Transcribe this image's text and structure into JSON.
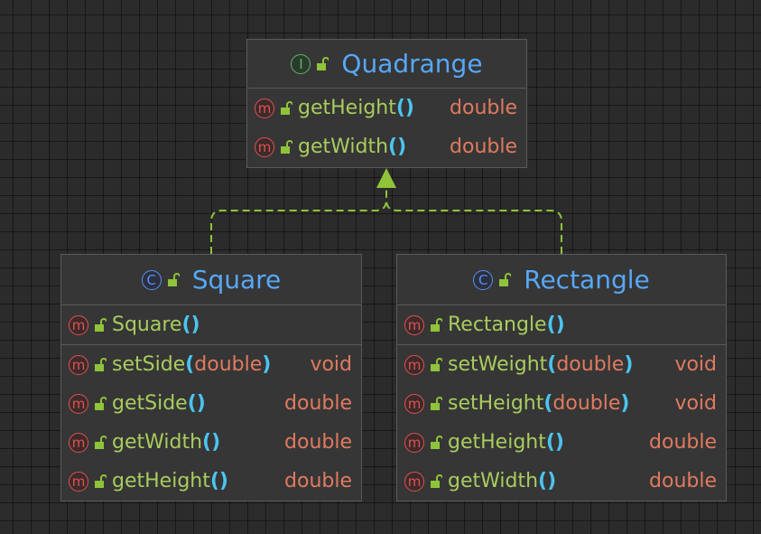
{
  "nodes": {
    "quadrange": {
      "kind_letter": "I",
      "title": "Quadrange",
      "methods": [
        {
          "name": "getHeight",
          "params": "",
          "returns": "double"
        },
        {
          "name": "getWidth",
          "params": "",
          "returns": "double"
        }
      ]
    },
    "square": {
      "kind_letter": "C",
      "title": "Square",
      "constructors": [
        {
          "name": "Square",
          "params": "",
          "returns": ""
        }
      ],
      "methods": [
        {
          "name": "setSide",
          "params": "double",
          "returns": "void"
        },
        {
          "name": "getSide",
          "params": "",
          "returns": "double"
        },
        {
          "name": "getWidth",
          "params": "",
          "returns": "double"
        },
        {
          "name": "getHeight",
          "params": "",
          "returns": "double"
        }
      ]
    },
    "rectangle": {
      "kind_letter": "C",
      "title": "Rectangle",
      "constructors": [
        {
          "name": "Rectangle",
          "params": "",
          "returns": ""
        }
      ],
      "methods": [
        {
          "name": "setWeight",
          "params": "double",
          "returns": "void"
        },
        {
          "name": "setHeight",
          "params": "double",
          "returns": "void"
        },
        {
          "name": "getHeight",
          "params": "",
          "returns": "double"
        },
        {
          "name": "getWidth",
          "params": "",
          "returns": "double"
        }
      ]
    }
  },
  "method_icon_letter": "m",
  "paren_open": "(",
  "paren_close": ")",
  "colors": {
    "background": "#2b2b2b",
    "node_fill": "#363636",
    "node_border": "#5a5a5a",
    "title": "#57a8f7",
    "method_name": "#a9cc5e",
    "paren": "#4cc4ef",
    "type": "#e07a5f",
    "edge": "#8fc33a",
    "method_icon": "#e05252",
    "class_icon": "#5b8ff0",
    "interface_icon": "#5fb86a",
    "lock": "#8fc33a"
  },
  "icons": {
    "method": "method-icon",
    "class": "class-icon",
    "interface": "interface-icon",
    "visibility": "unlocked-icon"
  }
}
